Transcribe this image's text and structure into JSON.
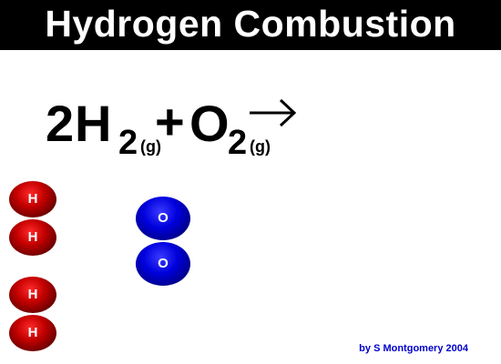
{
  "header": {
    "title": "Hydrogen Combustion",
    "background_color": "#000000",
    "text_color": "#ffffff"
  },
  "equation": {
    "coefficient_h2": "2",
    "hydrogen_symbol": "H",
    "hydrogen_subscript": "2",
    "hydrogen_state": "(g)",
    "plus_sign": "+",
    "oxygen_symbol": "O",
    "oxygen_subscript": "2",
    "oxygen_state": "(g)"
  },
  "molecules": {
    "hydrogen_label": "H",
    "oxygen_label": "O",
    "hydrogen_color": "#c40000",
    "oxygen_color": "#0000dd",
    "hydrogen_atoms": [
      "H",
      "H",
      "H",
      "H"
    ],
    "oxygen_atoms": [
      "O",
      "O"
    ]
  },
  "footer": {
    "credit": "by S Montgomery 2004",
    "credit_color": "#0000cc"
  }
}
